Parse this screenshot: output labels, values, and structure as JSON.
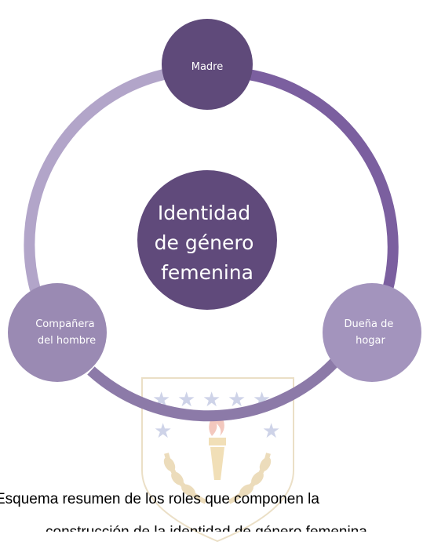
{
  "diagram": {
    "center": {
      "lines": [
        "Identidad",
        "de género",
        "femenina"
      ],
      "color": "#604a7b"
    },
    "nodes": [
      {
        "id": "madre",
        "lines": [
          "Madre"
        ],
        "color": "#5f4a7a"
      },
      {
        "id": "duena",
        "lines": [
          "Dueña de",
          "hogar"
        ],
        "color": "#a394bd"
      },
      {
        "id": "companera",
        "lines": [
          "Compañera",
          "del hombre"
        ],
        "color": "#9a8ab3"
      }
    ],
    "ring_colors": {
      "right": "#7b5f9f",
      "bottom": "#8c7aa8",
      "left": "#b2a5c9"
    }
  },
  "caption": {
    "line1": "Esquema resumen de los roles que componen la",
    "line2": "construcción de la identidad de género femenina"
  },
  "watermark": {
    "colors": {
      "blue": "#c7cde6",
      "gold": "#f0dcb0",
      "red": "#f2c0b8"
    }
  }
}
